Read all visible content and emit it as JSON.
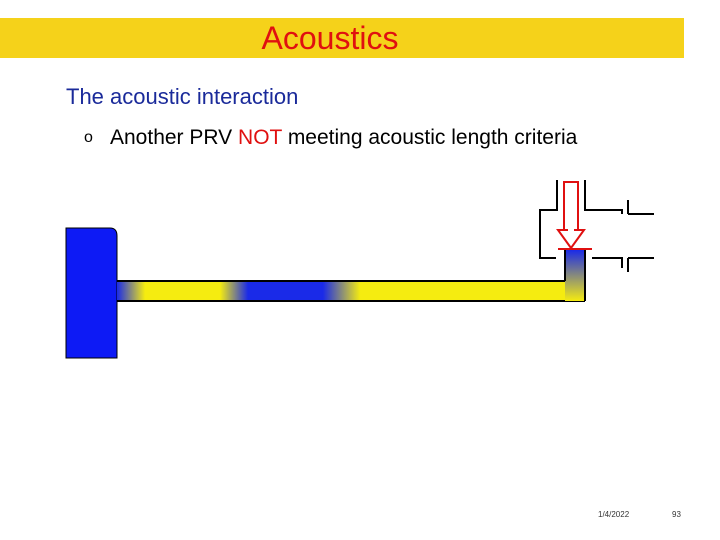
{
  "slide": {
    "title": "Acoustics",
    "heading": "The acoustic interaction",
    "bullet": {
      "marker": "o",
      "text_before": "Another PRV ",
      "highlight": "NOT",
      "text_after": " meeting acoustic length criteria"
    },
    "footer": {
      "date": "1/4/2022",
      "page": "93"
    }
  },
  "colors": {
    "title_bar": "#f5d21a",
    "title_text": "#e01010",
    "heading_text": "#1a2a9a",
    "vessel": "#0d1af5",
    "pipe_high": "#f5ec10",
    "pipe_low": "#1a2ae8",
    "valve_arrow": "#e01010"
  },
  "diagram": {
    "icons": [
      "vessel",
      "pipe",
      "relief-valve-arrow",
      "outlet-flange"
    ]
  }
}
